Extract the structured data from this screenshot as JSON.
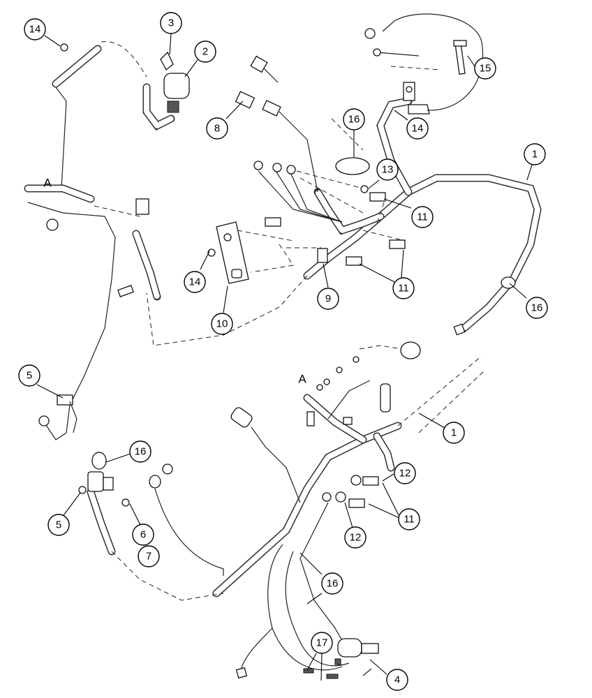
{
  "diagram": {
    "callouts": [
      {
        "label": "14"
      },
      {
        "label": "3"
      },
      {
        "label": "2"
      },
      {
        "label": "8"
      },
      {
        "label": "16"
      },
      {
        "label": "15"
      },
      {
        "label": "14"
      },
      {
        "label": "13"
      },
      {
        "label": "1"
      },
      {
        "label": "11"
      },
      {
        "label": "14"
      },
      {
        "label": "9"
      },
      {
        "label": "11"
      },
      {
        "label": "10"
      },
      {
        "label": "16"
      },
      {
        "label": "5"
      },
      {
        "label": "1"
      },
      {
        "label": "16"
      },
      {
        "label": "12"
      },
      {
        "label": "5"
      },
      {
        "label": "6"
      },
      {
        "label": "7"
      },
      {
        "label": "11"
      },
      {
        "label": "12"
      },
      {
        "label": "16"
      },
      {
        "label": "17"
      },
      {
        "label": "4"
      }
    ],
    "reference_marks": [
      {
        "label": "A"
      },
      {
        "label": "A"
      }
    ]
  }
}
